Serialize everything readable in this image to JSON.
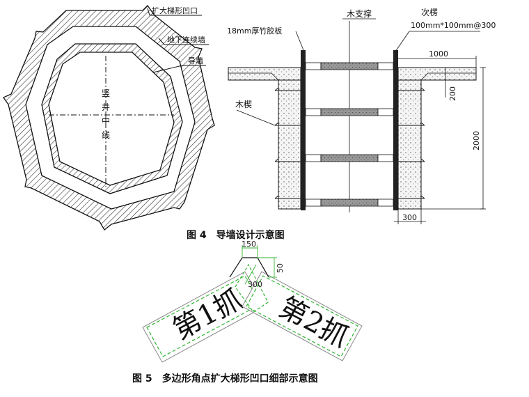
{
  "fig4": {
    "labels": {
      "expand": "扩大梯形凹口",
      "diaphragm": "地下连续墙",
      "guide": "导墙",
      "axis_chars": [
        "竖",
        "井",
        "中",
        "线"
      ],
      "bamboo": "18mm厚竹胶板",
      "support": "木支撑",
      "secondary_1": "次楞",
      "secondary_2": "100mm*100mm@300",
      "wedge": "木楔"
    },
    "dims": {
      "d1000": "1000",
      "d200": "200",
      "d2000": "2000",
      "d300": "300"
    },
    "caption": "图 4　导墙设计示意图"
  },
  "fig5": {
    "dims": {
      "d150": "150",
      "d50": "50",
      "d300": "300"
    },
    "grab1": "第1抓",
    "grab2": "第2抓",
    "caption": "图 5　多边形角点扩大梯形凹口细部示意图"
  },
  "colors": {
    "line": "#111111",
    "concrete": "#bdbdbd",
    "support": "#8a8a8a",
    "green": "#2fb52f"
  }
}
